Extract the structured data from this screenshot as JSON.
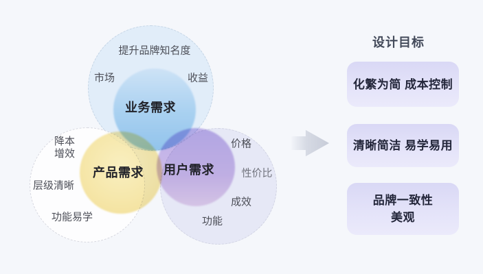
{
  "venn": {
    "business": {
      "title": "业务需求",
      "labels": {
        "top": "提升品牌知名度",
        "left": "市场",
        "right": "收益"
      }
    },
    "product": {
      "title": "产品需求",
      "labels": {
        "cost_line1": "降本",
        "cost_line2": "增效",
        "hierarchy": "层级清晰",
        "easy": "功能易学"
      }
    },
    "user": {
      "title": "用户需求",
      "labels": {
        "price": "价格",
        "value": "性价比",
        "effect": "成效",
        "function": "功能"
      }
    }
  },
  "goals": {
    "heading": "设计目标",
    "cards": [
      {
        "lines": [
          "化繁为简 成本控制"
        ]
      },
      {
        "lines": [
          "清晰简洁 易学易用"
        ]
      },
      {
        "lines": [
          "品牌一致性",
          "美观"
        ]
      }
    ]
  },
  "colors": {
    "background": "#f5f7fb",
    "business_circle": "#a5d3f2",
    "product_circle": "#f8e9ab",
    "user_circle": "#c9b7ec",
    "goal_card_bg": "#dedcf7",
    "arrow": "#c7ccd8",
    "heading_text": "#434a5a",
    "card_text": "#23263a",
    "label_text": "#4d4f58"
  }
}
